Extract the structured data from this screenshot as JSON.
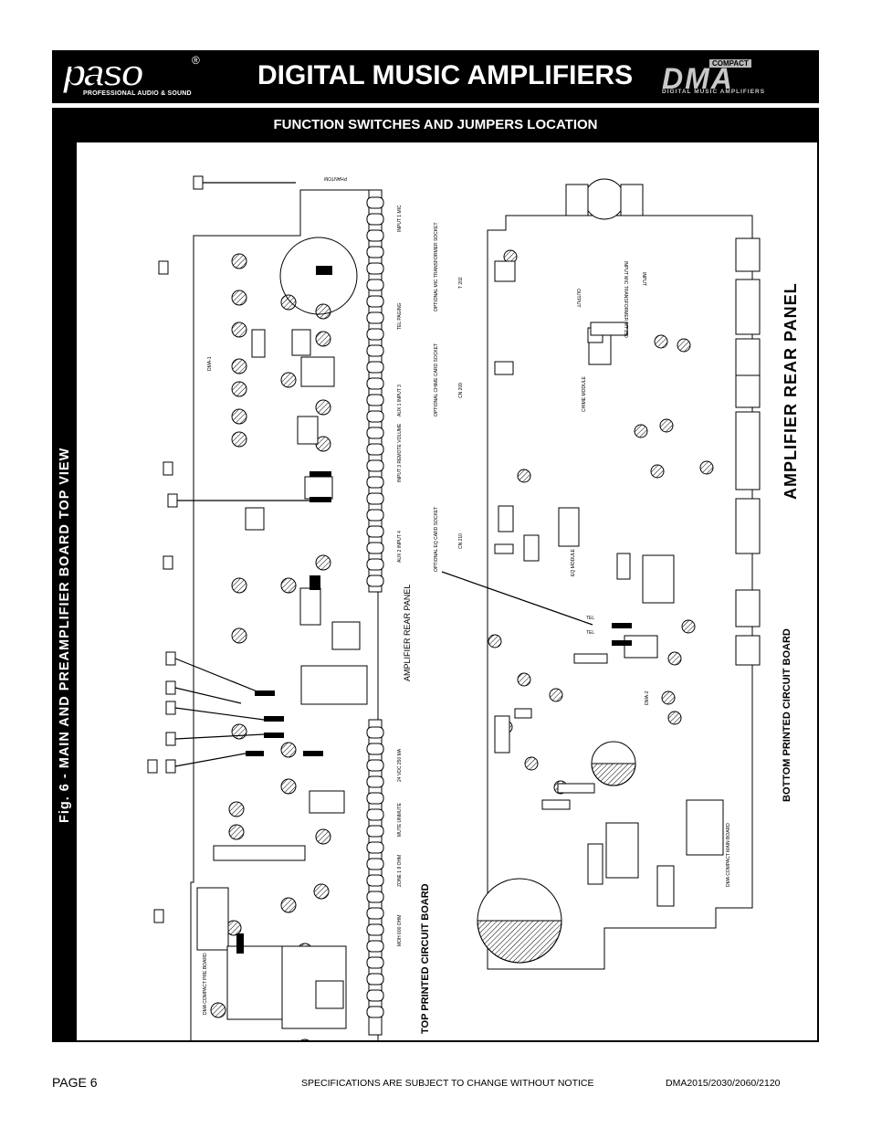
{
  "header": {
    "logo_text": "paso",
    "logo_registered": "®",
    "logo_subtitle": "PROFESSIONAL AUDIO & SOUND",
    "title": "DIGITAL MUSIC AMPLIFIERS",
    "brand_compact": "COMPACT",
    "brand_name": "DMA",
    "brand_subtitle": "DIGITAL MUSIC AMPLIFIERS"
  },
  "section": {
    "title": "FUNCTION SWITCHES AND JUMPERS LOCATION"
  },
  "figure": {
    "label": "Fig. 6 - MAIN AND PREAMPLIFIER BOARD TOP VIEW"
  },
  "diagram": {
    "amplifier_rear_panel": "AMPLIFIER REAR PANEL",
    "amplifier_rear_panel_small": "AMPLIFIER REAR PANEL",
    "top_board": "TOP PRINTED CIRCUIT BOARD",
    "bottom_board": "BOTTOM PRINTED CIRCUIT BOARD",
    "pre_board": "DMA COMPACT PRE BOARD",
    "main_board": "DMA COMPACT MAIN BOARD",
    "dma1": "DMA-1",
    "dma2": "DMA-2",
    "output": "OUTPUT",
    "input": "INPUT",
    "transformer": "INPUT MIC TRANSFORMER MT 250",
    "phantom": "PHANTOM",
    "tel": "TEL",
    "chime_module": "CHIME MODULE",
    "eq_module": "EQ MODULE",
    "inputs": [
      "INPUT 1  MIC",
      "TEL PAGING",
      "AUX 1 INPUT 3",
      "INPUT 3 REMOTE VOLUME",
      "AUX 2 INPUT 4",
      "24 VDC  250 MA",
      "MUTE  UNMUTE",
      "ZONE 1  8 OHM",
      "MOH 600 OHM"
    ],
    "optional": [
      "OPTIONAL MIC TRANSFORMER SOCKET",
      "OPTIONAL CHIME CARD SOCKET",
      "OPTIONAL EQ CARD SOCKET"
    ],
    "sockets": [
      "T 202",
      "CN 209",
      "CN 210"
    ]
  },
  "footer": {
    "page": "PAGE 6",
    "notice": "SPECIFICATIONS ARE SUBJECT TO CHANGE WITHOUT NOTICE",
    "models": "DMA2015/2030/2060/2120"
  }
}
